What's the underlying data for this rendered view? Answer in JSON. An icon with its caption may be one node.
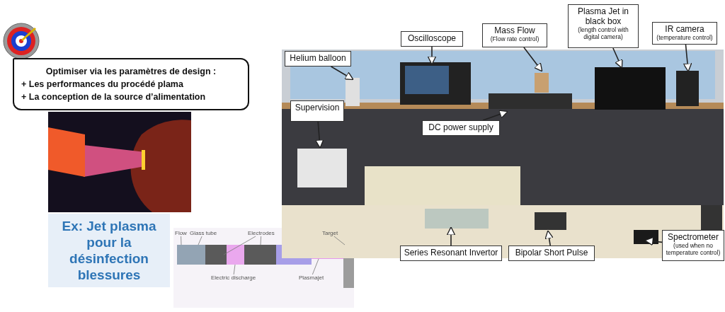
{
  "diagram": {
    "nodes": [
      {
        "text": [
          "**Optimiser** via les **paramètres de design :**",
          "+ Les **performances** du procédé plama",
          "+ La conception de la source d’alimentation"
        ]
      },
      {
        "text": [
          "Ex: Jet plasma pour la désinfection blessures"
        ]
      },
      {
        "text": [
          "Flow"
        ]
      },
      {
        "text": [
          "Glass tube"
        ]
      },
      {
        "text": [
          "Electrodes"
        ]
      },
      {
        "text": [
          "Target"
        ]
      },
      {
        "text": [
          "Electric discharge"
        ]
      },
      {
        "text": [
          "Plasmajet"
        ]
      },
      {
        "text": [
          "Plasma Jet in black box",
          "(length control with digital camera)"
        ]
      },
      {
        "text": [
          "Mass Flow",
          "(Flow rate control)"
        ]
      },
      {
        "text": [
          "Oscilloscope"
        ]
      },
      {
        "text": [
          "IR camera",
          "(temperature control)"
        ]
      },
      {
        "text": [
          "Helium balloon"
        ]
      },
      {
        "text": [
          "Supervision"
        ]
      },
      {
        "text": [
          "DC power supply"
        ]
      },
      {
        "text": [
          "Series Resonant Invertor"
        ]
      },
      {
        "text": [
          "Bipolar Short Pulse"
        ]
      },
      {
        "text": [
          "Spectrometer",
          "(used when no temperature control)"
        ]
      }
    ],
    "edges": [
      {
        "from": 2,
        "to": null,
        "arrow": "none"
      },
      {
        "from": 3,
        "to": null,
        "arrow": "none"
      },
      {
        "from": 4,
        "to": null,
        "arrow": "none"
      },
      {
        "from": 4,
        "to": null,
        "arrow": "none"
      },
      {
        "from": 5,
        "to": null,
        "arrow": "none"
      },
      {
        "from": 6,
        "to": null,
        "arrow": "none"
      },
      {
        "from": 7,
        "to": null,
        "arrow": "none"
      },
      {
        "from": 8,
        "to": null,
        "arrow": "to"
      },
      {
        "from": 9,
        "to": null,
        "arrow": "to"
      },
      {
        "from": 10,
        "to": null,
        "arrow": "to"
      },
      {
        "from": 11,
        "to": null,
        "arrow": "to"
      },
      {
        "from": 12,
        "to": null,
        "arrow": "to"
      },
      {
        "from": 13,
        "to": null,
        "arrow": "to"
      },
      {
        "from": 14,
        "to": null,
        "arrow": "to"
      },
      {
        "from": 15,
        "to": null,
        "arrow": "to"
      },
      {
        "from": 16,
        "to": null,
        "arrow": "to"
      },
      {
        "from": 17,
        "to": null,
        "arrow": "to"
      }
    ]
  }
}
